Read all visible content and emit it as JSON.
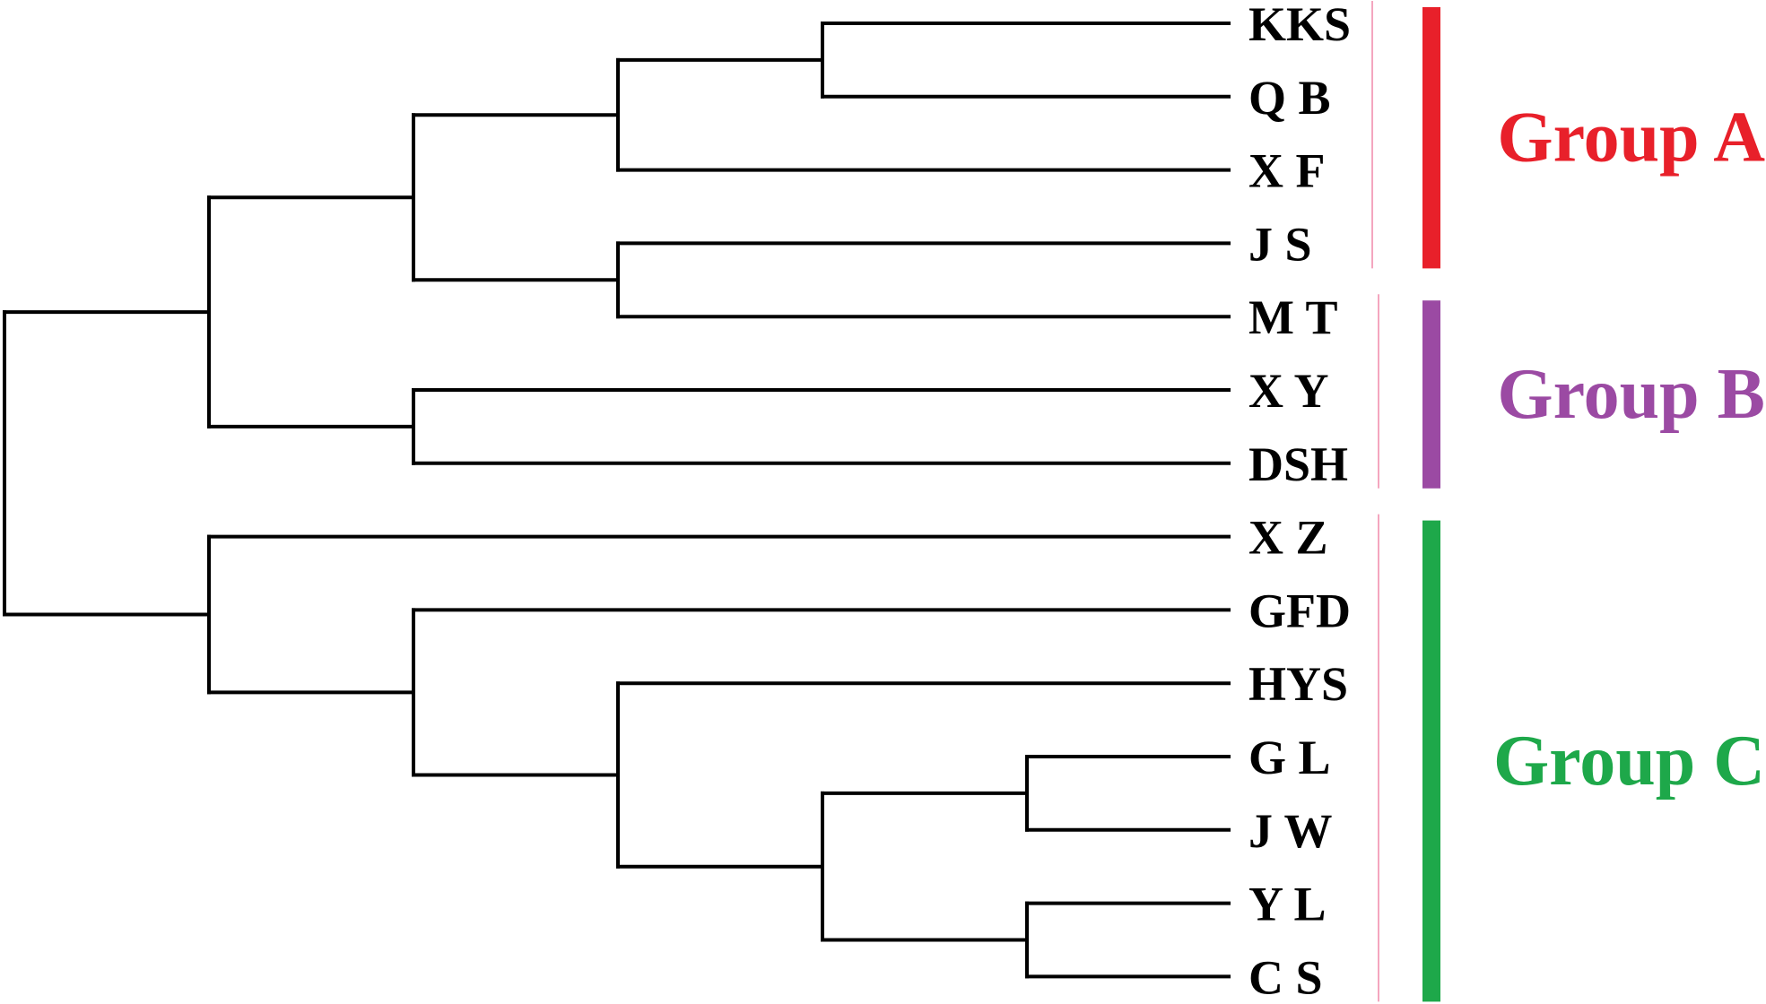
{
  "leaves": [
    {
      "id": "kks",
      "label": "KKS"
    },
    {
      "id": "qb",
      "label": "Q B"
    },
    {
      "id": "xf",
      "label": "X  F"
    },
    {
      "id": "js",
      "label": "J   S"
    },
    {
      "id": "mt",
      "label": "M T"
    },
    {
      "id": "xy",
      "label": "X Y"
    },
    {
      "id": "dsh",
      "label": "DSH"
    },
    {
      "id": "xz",
      "label": "X Z"
    },
    {
      "id": "gfd",
      "label": "GFD"
    },
    {
      "id": "hys",
      "label": "HYS"
    },
    {
      "id": "gl",
      "label": "G L"
    },
    {
      "id": "jw",
      "label": "J W"
    },
    {
      "id": "yl",
      "label": "Y L"
    },
    {
      "id": "cs",
      "label": "C S"
    }
  ],
  "tree": {
    "children": [
      {
        "children": [
          {
            "children": [
              {
                "children": [
                  {
                    "children": [
                      {
                        "leaf": 0
                      },
                      {
                        "leaf": 1
                      }
                    ]
                  },
                  {
                    "leaf": 2
                  }
                ]
              },
              {
                "children": [
                  {
                    "leaf": 3
                  },
                  {
                    "leaf": 4
                  }
                ]
              }
            ]
          },
          {
            "children": [
              {
                "leaf": 5
              },
              {
                "leaf": 6
              }
            ]
          }
        ]
      },
      {
        "children": [
          {
            "leaf": 7
          },
          {
            "children": [
              {
                "leaf": 8
              },
              {
                "children": [
                  {
                    "leaf": 9
                  },
                  {
                    "children": [
                      {
                        "children": [
                          {
                            "leaf": 10
                          },
                          {
                            "leaf": 11
                          }
                        ]
                      },
                      {
                        "children": [
                          {
                            "leaf": 12
                          },
                          {
                            "leaf": 13
                          }
                        ]
                      }
                    ]
                  }
                ]
              }
            ]
          }
        ]
      }
    ]
  },
  "groups": [
    {
      "id": "a",
      "label": "Group A",
      "color": "#e8202a",
      "from_leaf": 0,
      "to_leaf": 3
    },
    {
      "id": "b",
      "label": "Group B",
      "color": "#9b4aa3",
      "from_leaf": 4,
      "to_leaf": 6
    },
    {
      "id": "c",
      "label": "Group C",
      "color": "#1ea84a",
      "from_leaf": 7,
      "to_leaf": 13
    }
  ]
}
